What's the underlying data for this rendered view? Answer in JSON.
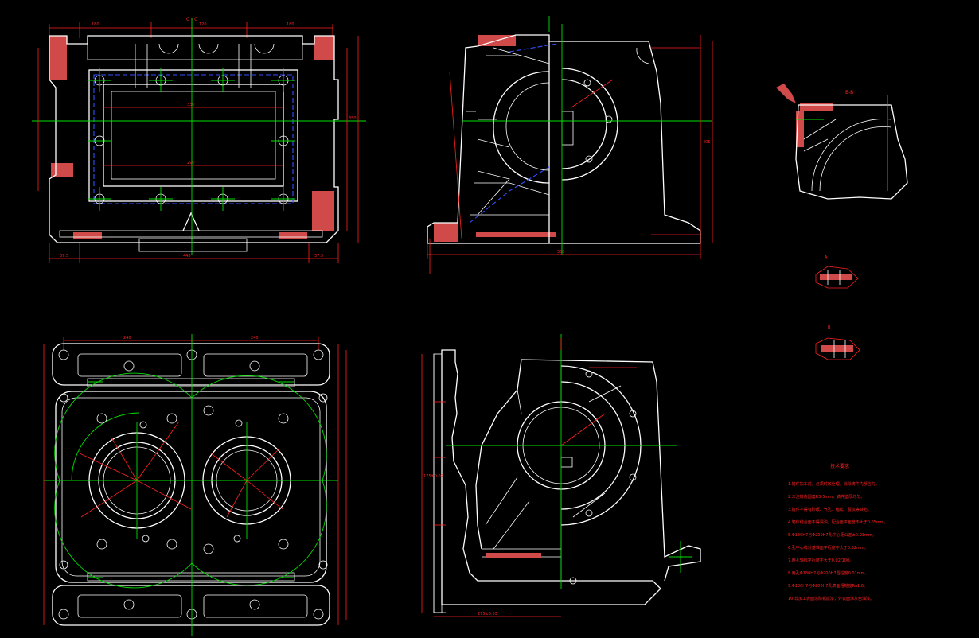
{
  "drawing": {
    "section_cc_label": "C - C",
    "section_bb_label": "B-B",
    "detail_a_label": "A",
    "detail_b_label": "B",
    "notes_title": "技术要求",
    "notes": [
      "1.铸件加工前，必须时效处理，消除铸件内部应力。",
      "2.未注铸造圆角R3-5mm，铸件壁厚均匀。",
      "3.铸件不得有砂眼、气孔、缩松、裂纹等缺陷。",
      "4.箱体结合面不得漏油，配合面平面度不大于0.05mm。",
      "5.Φ180H7与Φ200H7孔中心距公差±0.03mm。",
      "6.孔中心线对基准面平行度不大于0.02mm。",
      "7.两孔轴线平行度不大于0.02/100。",
      "8.两孔Φ180H7与Φ200H7圆柱度0.01mm。",
      "9.Φ180H7与Φ200H7孔表面粗糙度Ra1.6。",
      "10.非加工表面涂防锈底漆，外表面涂灰色油漆。"
    ],
    "dims": {
      "top_left_total": "448",
      "top_left_a": "180",
      "top_left_b": "120",
      "top_left_c": "180",
      "inner_width": "330",
      "inner_width2": "290",
      "side_height": "350",
      "bottom_dim_left": "37.5",
      "bottom_dim_right": "37.5",
      "front_total": "550",
      "front_height": "405",
      "bottom_left_a": "240",
      "bottom_left_b": "240",
      "front2_total": "275±0.03",
      "front2_side": "175±0.02"
    }
  }
}
